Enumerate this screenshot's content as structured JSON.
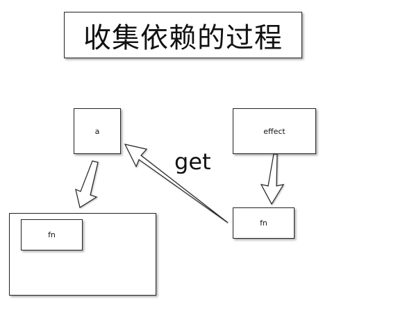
{
  "title": "收集依赖的过程",
  "nodes": {
    "a": "a",
    "effect": "effect",
    "fn_right": "fn",
    "fn_left": "fn"
  },
  "edge_label": "get",
  "colors": {
    "stroke": "#222222",
    "fill": "#ffffff",
    "text": "#111111"
  }
}
